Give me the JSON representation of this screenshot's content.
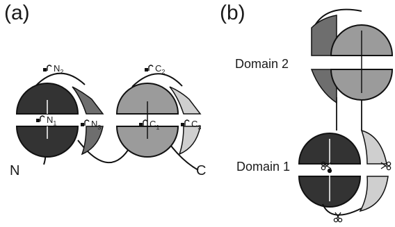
{
  "panels": {
    "a": {
      "label": "(a)"
    },
    "b": {
      "label": "(b)"
    }
  },
  "termini": {
    "n": "N",
    "c": "C"
  },
  "strands": {
    "n1": {
      "base": "N",
      "sub": "1"
    },
    "n2": {
      "base": "N",
      "sub": "2"
    },
    "n3": {
      "base": "N",
      "sub": "3"
    },
    "c1": {
      "base": "C",
      "sub": "1"
    },
    "c2": {
      "base": "C",
      "sub": "2"
    },
    "c3": {
      "base": "C",
      "sub": "3"
    }
  },
  "domains": {
    "d1": {
      "label": "Domain 1"
    },
    "d2": {
      "label": "Domain 2"
    }
  },
  "colors": {
    "n_domain_fill": "#333333",
    "n_flap_fill": "#6e6e6e",
    "c_domain_fill": "#9b9b9b",
    "c_flap_fill": "#cfcfcf",
    "outline": "#111111",
    "background": "#ffffff"
  }
}
